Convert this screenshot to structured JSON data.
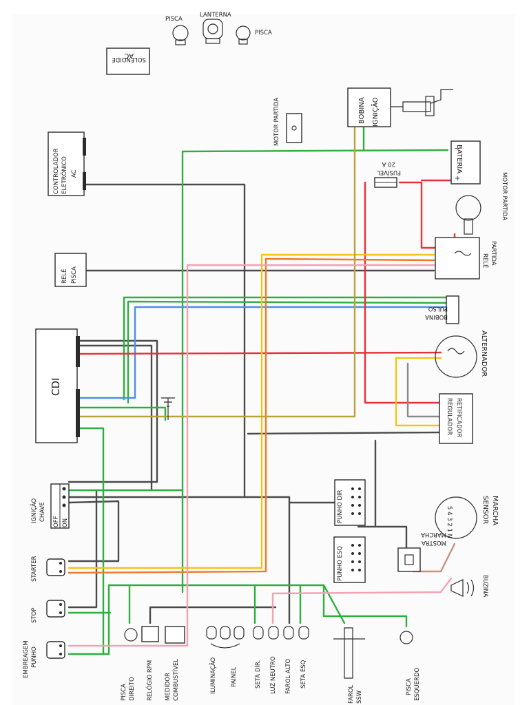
{
  "labels": {
    "pisca_top_left": "PISCA",
    "lanterna": "LANTERNA",
    "pisca_top_right": "PISCA",
    "solenoide": "SOLENOIDE",
    "solenoide_ac": "AC",
    "bobina_ignicao_1": "BOBINA",
    "bobina_ignicao_2": "IGNIÇÃO",
    "motor_partida_top": "MOTOR PARTIDA",
    "controlador_1": "CONTROLADOR",
    "controlador_2": "ELETRÔNICO",
    "controlador_3": "AC",
    "fusivel_1": "FUSÍVEL",
    "fusivel_2": "20 A",
    "bateria": "BATERIA",
    "motor_partida_right": "MOTOR PARTIDA",
    "rele_pisca_1": "RELÉ",
    "rele_pisca_2": "PISCA",
    "rele_partida_1": "RELÉ",
    "rele_partida_2": "PARTIDA",
    "bobina_pulso_1": "BOBINA",
    "bobina_pulso_2": "PULSO",
    "cdi": "CDI",
    "alternador": "ALTERNADOR",
    "regulador_1": "REGULADOR",
    "regulador_2": "RETIFICADOR",
    "ignicao_chave_1": "IGNIÇÃO",
    "ignicao_chave_2": "CHAVE",
    "chave_off": "OFF",
    "chave_on": "ON",
    "punho_dir": "PUNHO DIR",
    "punho_esq": "PUNHO ESQ",
    "sensor_marcha_1": "SENSOR",
    "sensor_marcha_2": "MARCHA",
    "mostra_marcha_1": "MOSTRA",
    "mostra_marcha_2": "MARCHA",
    "buzina": "BUZINA",
    "starter": "STARTER",
    "stop": "STOP",
    "embreagem_1": "EMBREAGEM",
    "embreagem_2": "PUNHO",
    "pisca_direito_1": "PISCA",
    "pisca_direito_2": "DIREITO",
    "relogio_rpm": "RELÓGIO RPM",
    "medidor_1": "MEDIDOR",
    "medidor_2": "COMBUSTÍVEL",
    "iluminacao_1": "ILUMINAÇÃO",
    "iluminacao_2": "PAINEL",
    "seta_dir": "SETA DIR.",
    "luz_neutro": "LUZ NEUTRO",
    "farol_alto": "FAROL ALTO",
    "seta_esq": "SETA ESQ",
    "farol_1": "FAROL",
    "farol_2": "SSW",
    "pisca_esquerdo_1": "PISCA",
    "pisca_esquerdo_2": "ESQUERDO",
    "sensor_digits": "5 4 3 2 1 N"
  },
  "colors": {
    "green": "#2fae3f",
    "red": "#e8303a",
    "black": "#4a4a4a",
    "yellow": "#f2c516",
    "orange": "#f07a2a",
    "blue": "#4f8fe0",
    "pink": "#f5a0b4",
    "olive": "#b8a23a",
    "ink": "#2b2b2b"
  }
}
